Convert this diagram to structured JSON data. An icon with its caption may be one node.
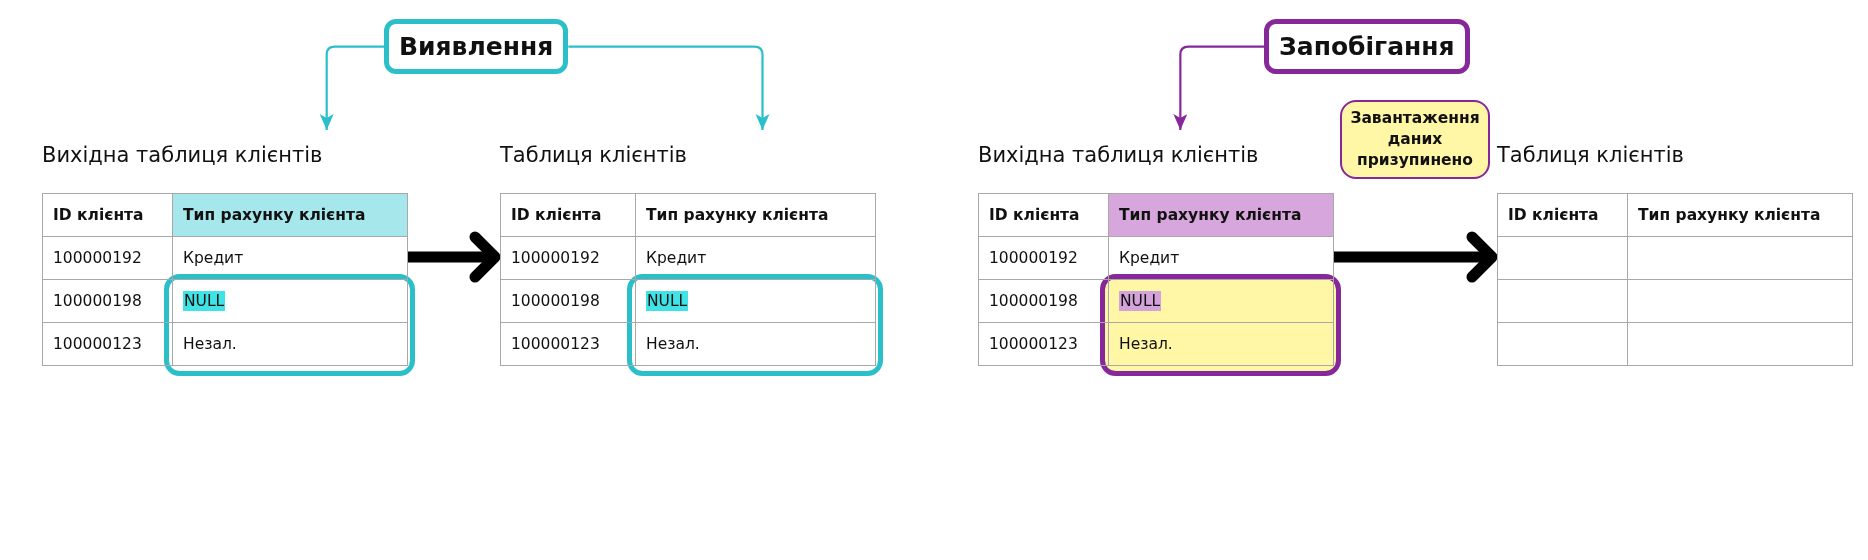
{
  "diagram": {
    "nodes": [
      {
        "text": [
          "Виявлення"
        ]
      },
      {
        "text": [
          "Вихідна таблиця клієнтів"
        ]
      },
      {
        "text": [
          "Таблиця клієнтів"
        ]
      },
      {
        "text": [
          "Запобігання"
        ]
      },
      {
        "text": [
          "Вихідна таблиця клієнтів"
        ]
      },
      {
        "text": [
          "Завантаження даних призупинено"
        ]
      },
      {
        "text": [
          "Таблиця клієнтів"
        ]
      }
    ],
    "edges": [
      {
        "from": 0,
        "to": 1,
        "arrow": "to",
        "color": "#2bbfca"
      },
      {
        "from": 0,
        "to": 2,
        "arrow": "to",
        "color": "#2bbfca"
      },
      {
        "from": 1,
        "to": 2,
        "arrow": "to",
        "style": "thick",
        "color": "#000000"
      },
      {
        "from": 3,
        "to": 4,
        "arrow": "to",
        "color": "#86289a"
      },
      {
        "from": 4,
        "to": 6,
        "arrow": "to",
        "style": "thick",
        "color": "#000000"
      }
    ],
    "labels": [
      "ID клієнта",
      "Тип рахунку клієнта",
      "100000192",
      "Кредит",
      "100000198",
      "NULL",
      "100000123",
      "Незал.",
      "ID клієнта",
      "Тип рахунку клієнта",
      "100000192",
      "Кредит",
      "100000198",
      "NULL",
      "100000123",
      "Незал.",
      "ID клієнта",
      "Тип рахунку клієнта",
      "100000192",
      "Кредит",
      "100000198",
      "NULL",
      "100000123",
      "Незал.",
      "ID клієнта",
      "Тип рахунку клієнта"
    ]
  }
}
